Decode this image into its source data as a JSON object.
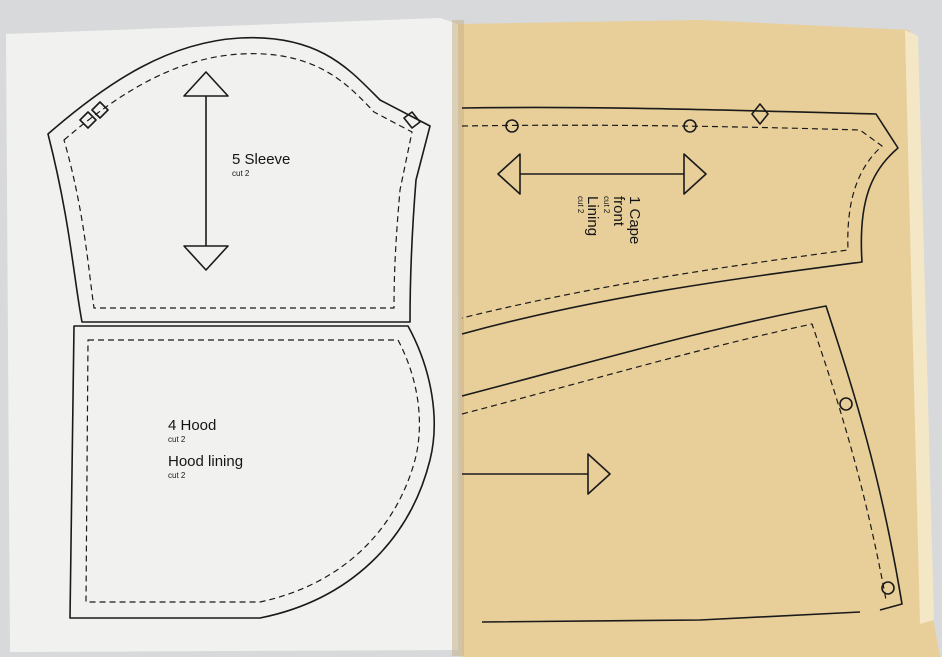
{
  "left_page": {
    "sleeve": {
      "title": "5 Sleeve",
      "note": "cut 2"
    },
    "hood": {
      "title": "4 Hood",
      "note": "cut 2",
      "lining_title": "Hood lining",
      "lining_note": "cut 2"
    }
  },
  "right_page": {
    "cape": {
      "title_line1": "1 Cape",
      "title_line2": "front",
      "note1": "cut 2",
      "lining_title": "Lining",
      "note2": "cut 2"
    }
  },
  "colors": {
    "left_paper": "#f1f2ef",
    "right_paper": "#e8cf9a",
    "ink": "#1a1a1a"
  }
}
